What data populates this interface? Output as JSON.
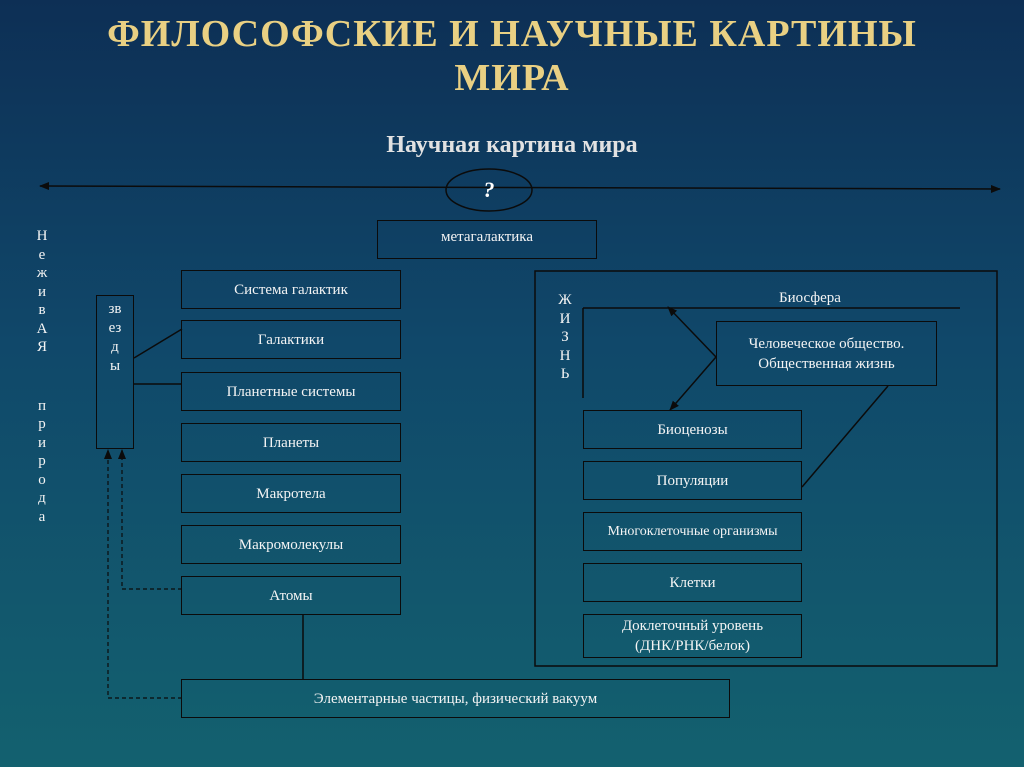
{
  "title": {
    "line1": "ФИЛОСОФСКИЕ И НАУЧНЫЕ КАРТИНЫ",
    "line2": "МИРА"
  },
  "subtitle": "Научная картина мира",
  "question_mark": "?",
  "inanimate_label": {
    "word1": [
      "Н",
      "е",
      "ж",
      "и",
      "в",
      "А",
      "Я"
    ],
    "word2": [
      "п",
      "р",
      "и",
      "р",
      "о",
      "д",
      "а"
    ]
  },
  "stars_label": [
    "зв",
    "ез",
    "д",
    "ы"
  ],
  "inanimate_levels": {
    "metagalaxy": "метагалактика",
    "galaxy_system": "Система галактик",
    "galaxies": "Галактики",
    "planetary_systems": "Планетные системы",
    "planets": "Планеты",
    "macrobodies": "Макротела",
    "macromolecules": "Макромолекулы",
    "atoms": "Атомы",
    "elementary": "Элементарные частицы, физический вакуум"
  },
  "life_label": [
    "Ж",
    "И",
    "З",
    "Н",
    "Ь"
  ],
  "living_levels": {
    "biosphere": "Биосфера",
    "society_line1": "Человеческое общество.",
    "society_line2": "Общественная жизнь",
    "biocenoses": "Биоценозы",
    "populations": "Популяции",
    "multicellular": "Многоклеточные организмы",
    "cells": "Клетки",
    "precellular_line1": "Доклеточный уровень",
    "precellular_line2": "(ДНК/РНК/белок)"
  },
  "colors": {
    "title": "#e9d083",
    "line": "#0b0b0b",
    "background_top": "#0d2f55",
    "background_bottom": "#13616f"
  }
}
